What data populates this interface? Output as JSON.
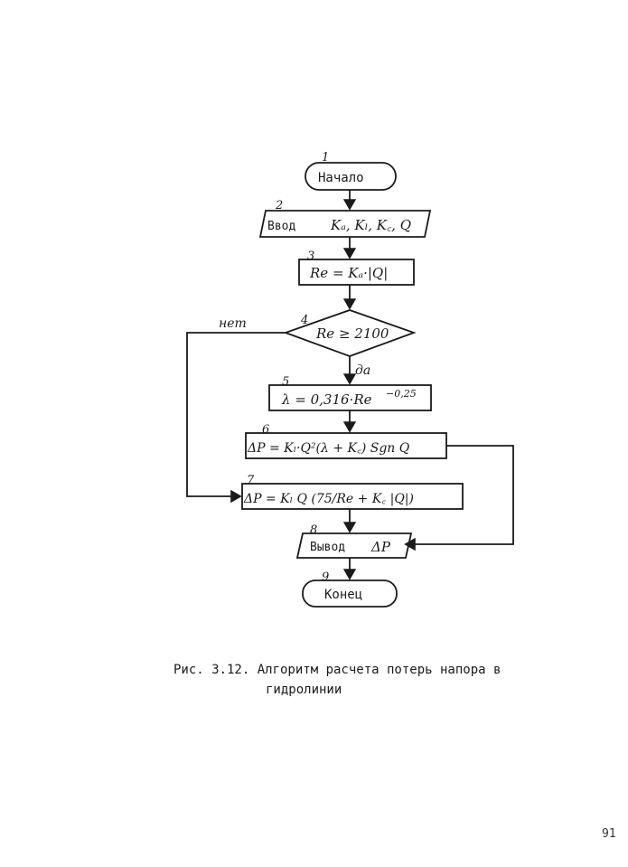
{
  "flowchart": {
    "blocks": [
      {
        "number": "1",
        "text": "Начало"
      },
      {
        "number": "2",
        "label": "Ввод",
        "text": "Kₐ, Kₗ, K꜀, Q"
      },
      {
        "number": "3",
        "text": "Re = Kₐ·|Q|"
      },
      {
        "number": "4",
        "text": "Re ≥ 2100"
      },
      {
        "number": "5",
        "text": "λ = 0,316·Re",
        "superscript": "−0,25"
      },
      {
        "number": "6",
        "text": "ΔP = Kₗ·Q²(λ + K꜀) Sgn Q"
      },
      {
        "number": "7",
        "text": "ΔP = Kₗ Q (75/Re + K꜀ |Q|)"
      },
      {
        "number": "8",
        "label": "Вывод",
        "text": "ΔP"
      },
      {
        "number": "9",
        "text": "Конец"
      }
    ],
    "branch_no": "нет",
    "branch_yes": "да"
  },
  "caption": {
    "line1": "Рис. 3.12. Алгоритм расчета потерь напора в",
    "line2": "гидролинии"
  },
  "page_number": "91"
}
